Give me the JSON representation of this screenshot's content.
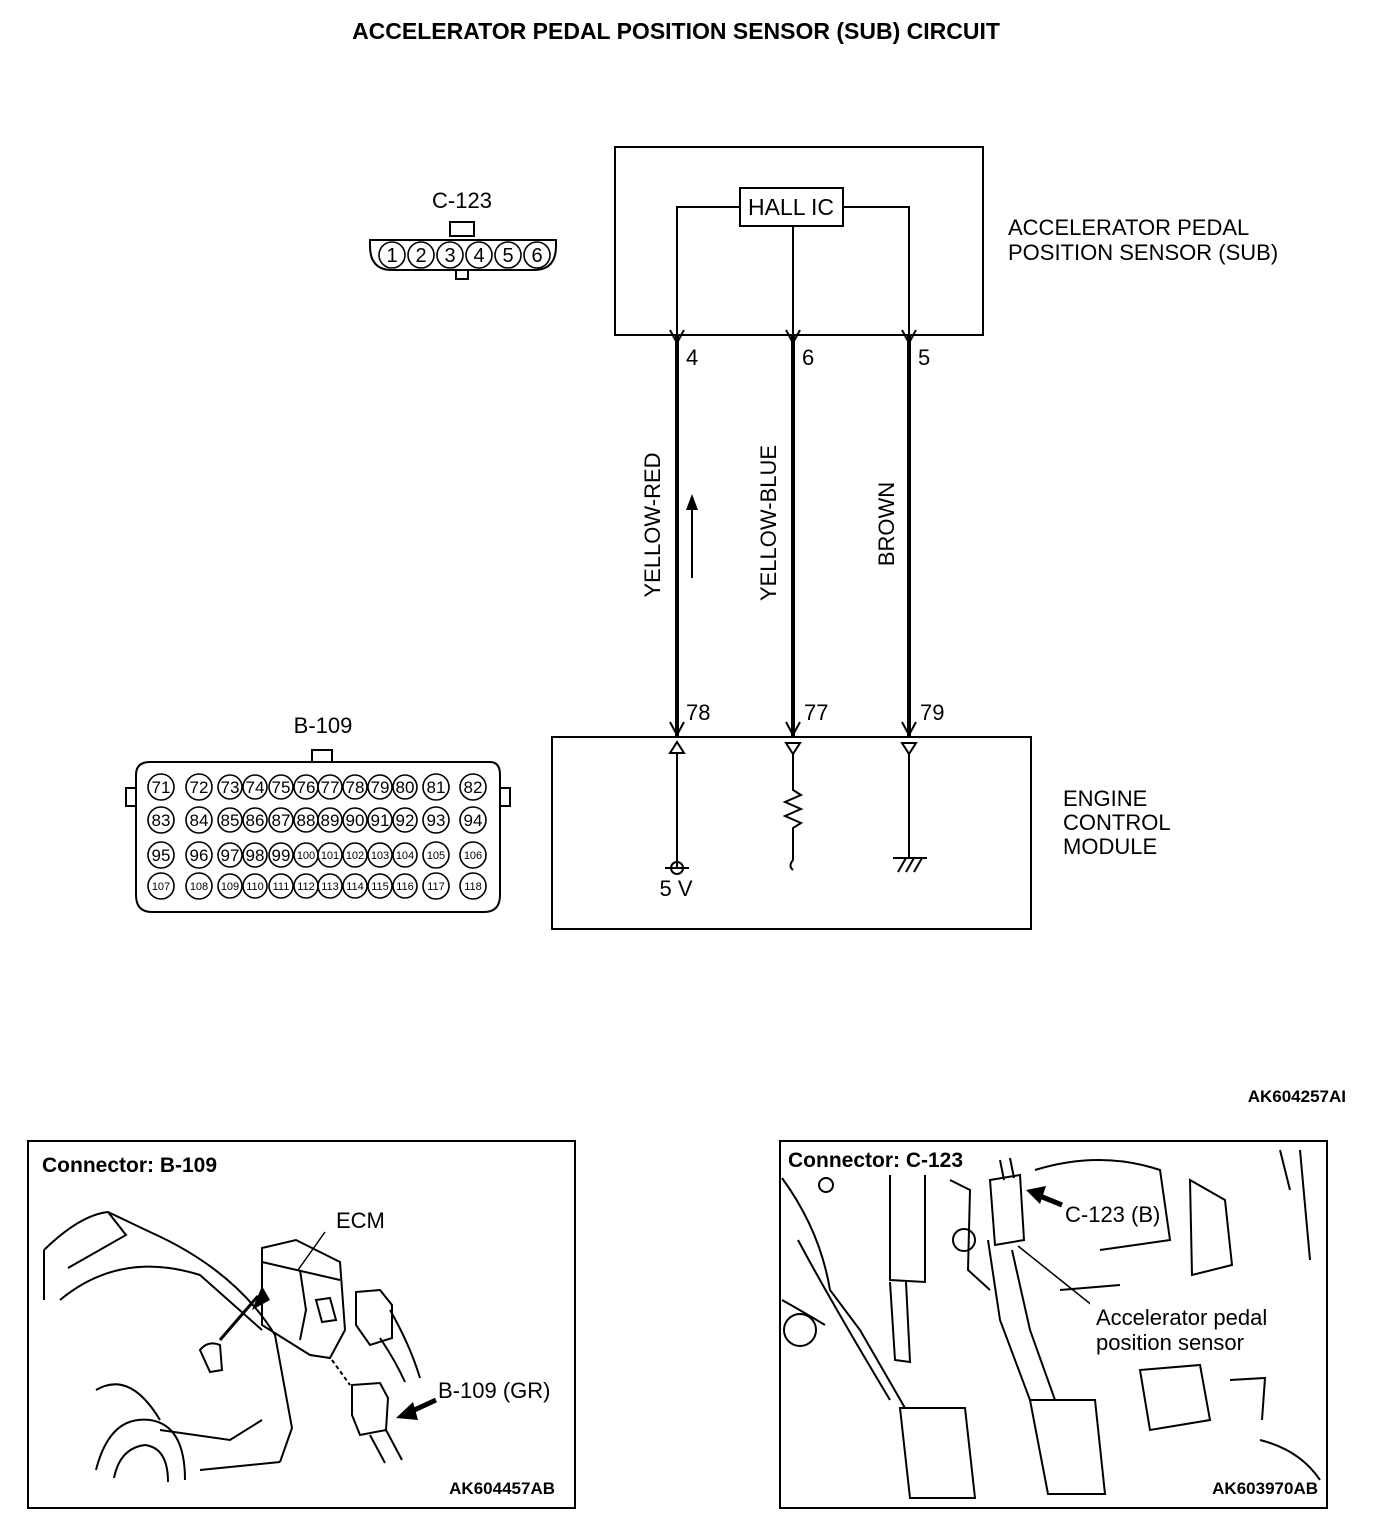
{
  "title": "ACCELERATOR PEDAL POSITION SENSOR (SUB) CIRCUIT",
  "connector_c123": {
    "label": "C-123",
    "pins": [
      "1",
      "2",
      "3",
      "4",
      "5",
      "6"
    ]
  },
  "sensor": {
    "ic_label": "HALL IC",
    "name_line1": "ACCELERATOR PEDAL",
    "name_line2": "POSITION SENSOR (SUB)"
  },
  "wires": [
    {
      "sensor_pin": "4",
      "color": "YELLOW-RED",
      "ecm_pin": "78"
    },
    {
      "sensor_pin": "6",
      "color": "YELLOW-BLUE",
      "ecm_pin": "77"
    },
    {
      "sensor_pin": "5",
      "color": "BROWN",
      "ecm_pin": "79"
    }
  ],
  "ecm": {
    "name_line1": "ENGINE",
    "name_line2": "CONTROL",
    "name_line3": "MODULE",
    "supply_label": "5 V"
  },
  "connector_b109": {
    "label": "B-109",
    "rows": [
      [
        "71",
        "72",
        "73",
        "74",
        "75",
        "76",
        "77",
        "78",
        "79",
        "80",
        "81",
        "82"
      ],
      [
        "83",
        "84",
        "85",
        "86",
        "87",
        "88",
        "89",
        "90",
        "91",
        "92",
        "93",
        "94"
      ],
      [
        "95",
        "96",
        "97",
        "98",
        "99",
        "100",
        "101",
        "102",
        "103",
        "104",
        "105",
        "106"
      ],
      [
        "107",
        "108",
        "109",
        "110",
        "111",
        "112",
        "113",
        "114",
        "115",
        "116",
        "117",
        "118"
      ]
    ]
  },
  "diagram_code": "AK604257AI",
  "photo_left": {
    "heading": "Connector: B-109",
    "ecm_label": "ECM",
    "connector_label": "B-109 (GR)",
    "code": "AK604457AB"
  },
  "photo_right": {
    "heading": "Connector: C-123",
    "connector_label": "C-123 (B)",
    "sensor_label_line1": "Accelerator pedal",
    "sensor_label_line2": "position sensor",
    "code": "AK603970AB"
  }
}
